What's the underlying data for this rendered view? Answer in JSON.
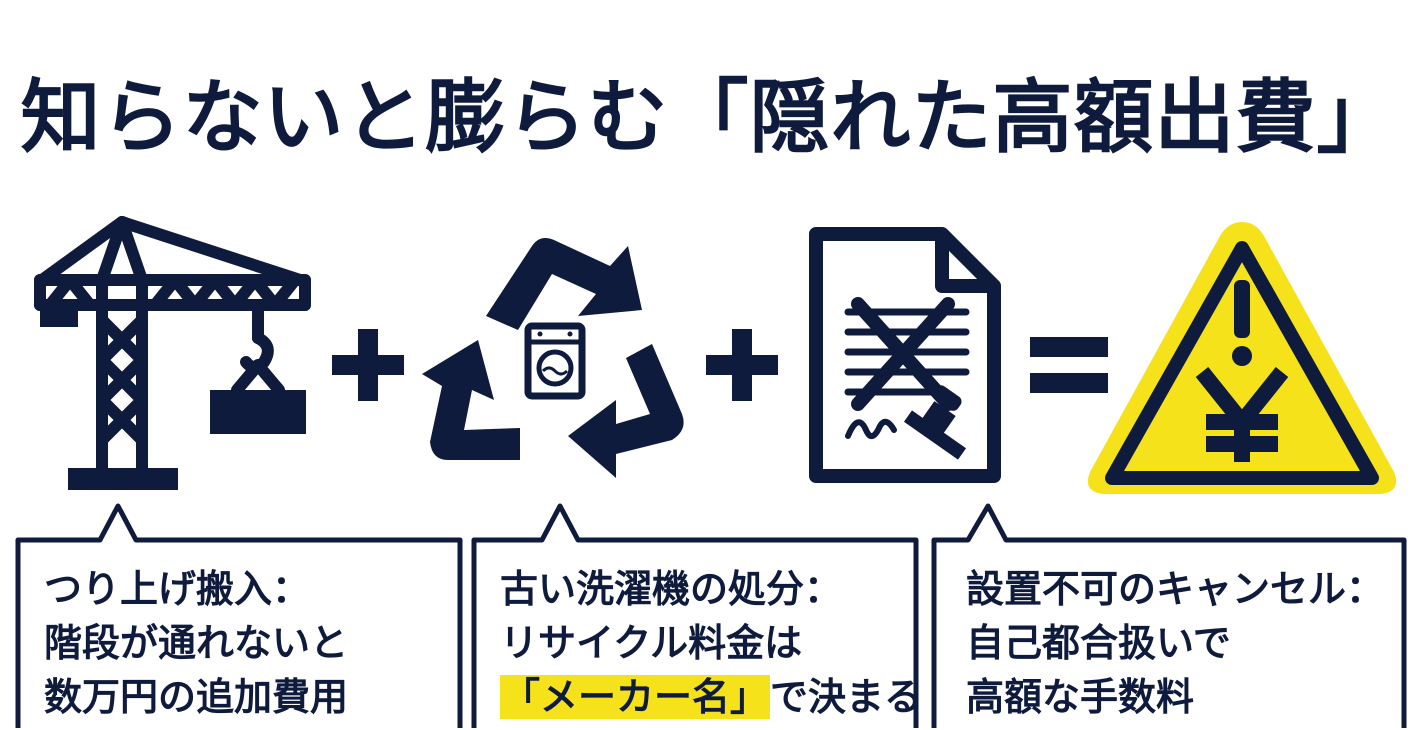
{
  "title": "知らないと膨らむ「隠れた高額出費」",
  "colors": {
    "navy": "#0f1b3d",
    "warning_yellow": "#f5e21a",
    "background": "#ffffff"
  },
  "icons": [
    "crane-icon",
    "recycle-washer-icon",
    "cancelled-contract-icon",
    "yen-warning-icon"
  ],
  "operators": [
    "+",
    "+",
    "="
  ],
  "boxes": [
    {
      "line1": "つり上げ搬入：",
      "line2": "階段が通れないと",
      "line3": "数万円の追加費用"
    },
    {
      "line1": "古い洗濯機の処分：",
      "line2": "リサイクル料金は",
      "line3_highlight": "「メーカー名」",
      "line3_rest": "で決まる"
    },
    {
      "line1": "設置不可のキャンセル：",
      "line2": "自己都合扱いで",
      "line3": "高額な手数料"
    }
  ]
}
